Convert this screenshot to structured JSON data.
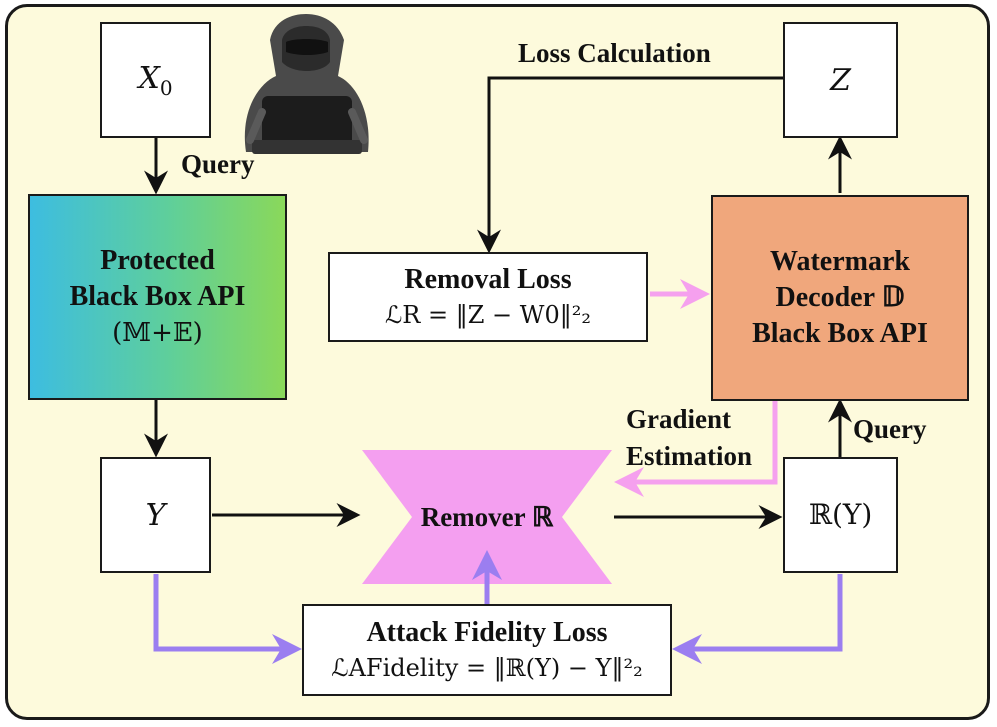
{
  "nodes": {
    "x0": {
      "symbol": "X",
      "sub": "0"
    },
    "z": {
      "symbol": "Z"
    },
    "y": {
      "symbol": "Y"
    },
    "ry": {
      "text": "ℝ(Y)"
    },
    "protected_api": {
      "line1": "Protected",
      "line2": "Black Box API",
      "line3": "(𝕄+𝔼)"
    },
    "decoder": {
      "line1": "Watermark",
      "line2": "Decoder 𝔻",
      "line3": "Black Box API"
    },
    "remover": {
      "label": "Remover ℝ"
    },
    "removal_loss": {
      "title": "Removal Loss",
      "formula": "ℒR = ‖Z − W0‖²₂"
    },
    "fidelity_loss": {
      "title": "Attack Fidelity Loss",
      "formula": "ℒAFidelity = ‖ℝ(Y) − Y‖²₂"
    }
  },
  "labels": {
    "query_left": "Query",
    "query_right": "Query",
    "loss_calculation": "Loss Calculation",
    "gradient_line1": "Gradient",
    "gradient_line2": "Estimation"
  },
  "icons": {
    "attacker": "hacker-icon"
  },
  "colors": {
    "frame_bg": "#fdfadc",
    "decoder": "#f0a77c",
    "remover": "#f49ff0",
    "pink_arrow": "#f5a0ee",
    "purple_arrow": "#9b7ef0",
    "gradient_start": "#3dbde0",
    "gradient_end": "#8ad85a"
  }
}
